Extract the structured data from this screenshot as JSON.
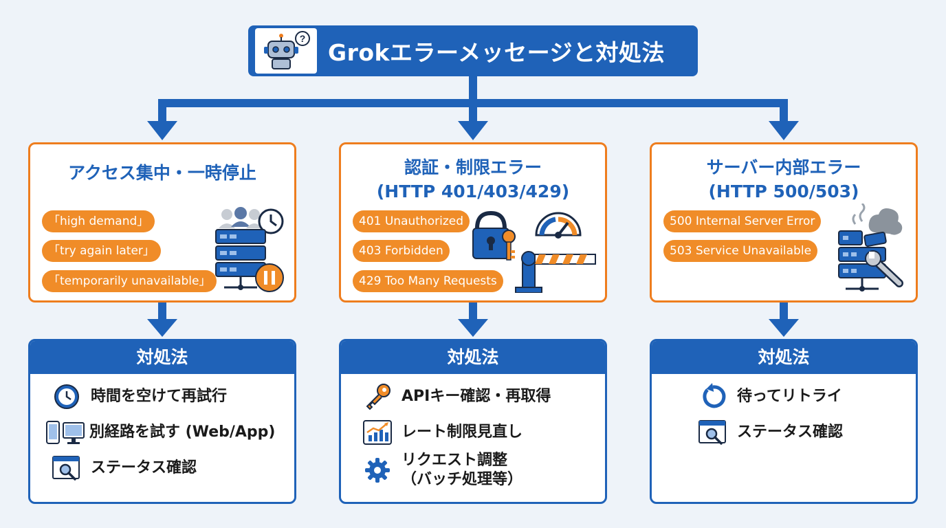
{
  "title": "Grokエラーメッセージと対処法",
  "title_icon": "robot-question-icon",
  "colors": {
    "blue": "#1f62b8",
    "orange": "#ee7d1e",
    "pill": "#f08c28",
    "background": "#eef3f9"
  },
  "categories": [
    {
      "title_line1": "アクセス集中・一時停止",
      "title_line2": "",
      "messages": [
        "「high demand」",
        "「try again later」",
        "「temporarily unavailable」"
      ],
      "illustration": "server-users-clock-pause-icon",
      "solution_heading": "対処法",
      "solutions": [
        {
          "icon": "clock-icon",
          "text": "時間を空けて再試行"
        },
        {
          "icon": "devices-icon",
          "text": "別経路を試す (Web/App)"
        },
        {
          "icon": "status-search-icon",
          "text": "ステータス確認"
        }
      ]
    },
    {
      "title_line1": "認証・制限エラー",
      "title_line2": "(HTTP 401/403/429)",
      "messages": [
        "401 Unauthorized",
        "403 Forbidden",
        "429 Too Many Requests"
      ],
      "illustration": "lock-key-gauge-barrier-icon",
      "solution_heading": "対処法",
      "solutions": [
        {
          "icon": "key-icon",
          "text": "APIキー確認・再取得"
        },
        {
          "icon": "rate-chart-icon",
          "text": "レート制限見直し"
        },
        {
          "icon": "gear-icon",
          "text": "リクエスト調整",
          "text2": "（バッチ処理等）"
        }
      ]
    },
    {
      "title_line1": "サーバー内部エラー",
      "title_line2": "(HTTP 500/503)",
      "messages": [
        "500 Internal Server Error",
        "503 Service Unavailable"
      ],
      "illustration": "broken-server-wrench-icon",
      "solution_heading": "対処法",
      "solutions": [
        {
          "icon": "retry-icon",
          "text": "待ってリトライ"
        },
        {
          "icon": "status-search-icon",
          "text": "ステータス確認"
        }
      ]
    }
  ]
}
